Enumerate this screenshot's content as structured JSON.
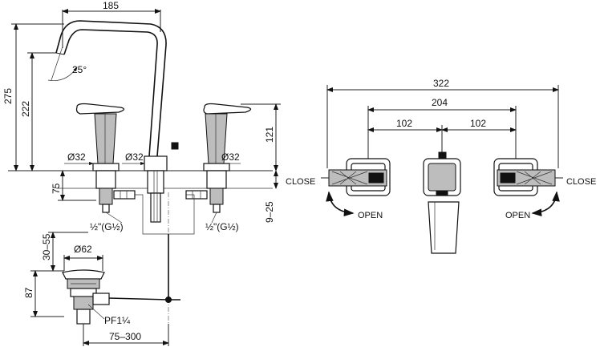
{
  "side_view": {
    "dims": {
      "spout_reach": "185",
      "total_height": "275",
      "spout_height": "222",
      "angle": "25°",
      "body_height": "121",
      "dia_left": "Ø32",
      "dia_mid": "Ø32",
      "dia_right": "Ø32",
      "below_deck": "75",
      "deck_thickness": "9–25",
      "thread_left": "½\"(G½)",
      "thread_right": "½\"(G½)"
    }
  },
  "drain_view": {
    "dims": {
      "adjust": "30–55",
      "waste_dia": "Ø62",
      "height": "87",
      "thread": "PF1¼",
      "rod_length": "75–300"
    }
  },
  "top_view": {
    "dims": {
      "overall": "322",
      "handle_spacing": "204",
      "half_left": "102",
      "half_right": "102"
    },
    "labels": {
      "close_left": "CLOSE",
      "close_right": "CLOSE",
      "open_left": "OPEN",
      "open_right": "OPEN"
    }
  }
}
